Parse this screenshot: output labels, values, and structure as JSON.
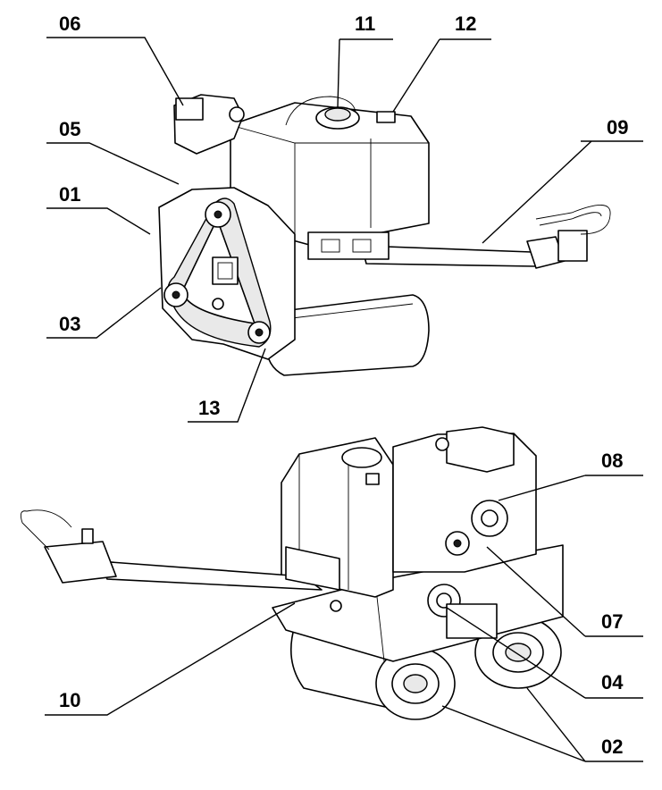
{
  "labels": {
    "l01": "01",
    "l02": "02",
    "l03": "03",
    "l04": "04",
    "l05": "05",
    "l06": "06",
    "l07": "07",
    "l08": "08",
    "l09": "09",
    "l10": "10",
    "l11": "11",
    "l12": "12",
    "l13": "13"
  }
}
